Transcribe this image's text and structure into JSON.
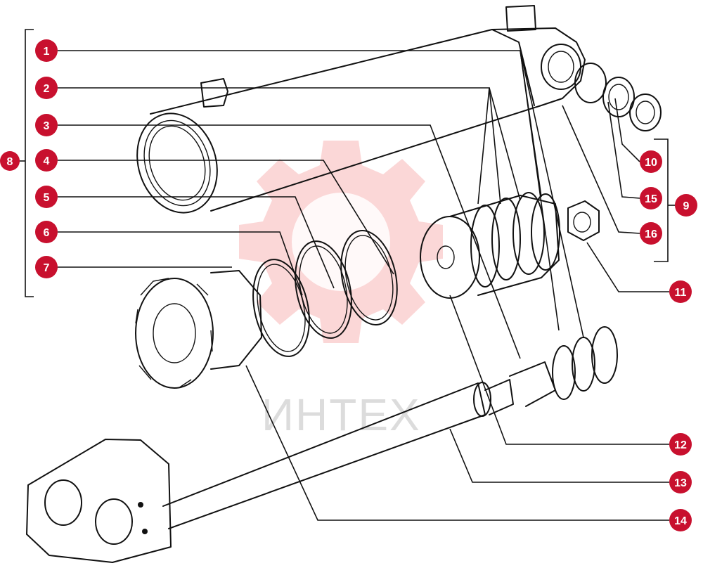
{
  "watermark": {
    "text": "ИНТЕХ",
    "color": "#e53935"
  },
  "badge_color": "#c8102e",
  "callouts": [
    {
      "id": "c1",
      "label": "1"
    },
    {
      "id": "c2",
      "label": "2"
    },
    {
      "id": "c3",
      "label": "3"
    },
    {
      "id": "c4",
      "label": "4"
    },
    {
      "id": "c5",
      "label": "5"
    },
    {
      "id": "c6",
      "label": "6"
    },
    {
      "id": "c7",
      "label": "7"
    },
    {
      "id": "c8",
      "label": "8"
    },
    {
      "id": "c9",
      "label": "9"
    },
    {
      "id": "c10",
      "label": "10"
    },
    {
      "id": "c11",
      "label": "11"
    },
    {
      "id": "c12",
      "label": "12"
    },
    {
      "id": "c13",
      "label": "13"
    },
    {
      "id": "c14",
      "label": "14"
    },
    {
      "id": "c15",
      "label": "15"
    },
    {
      "id": "c16",
      "label": "16"
    }
  ]
}
